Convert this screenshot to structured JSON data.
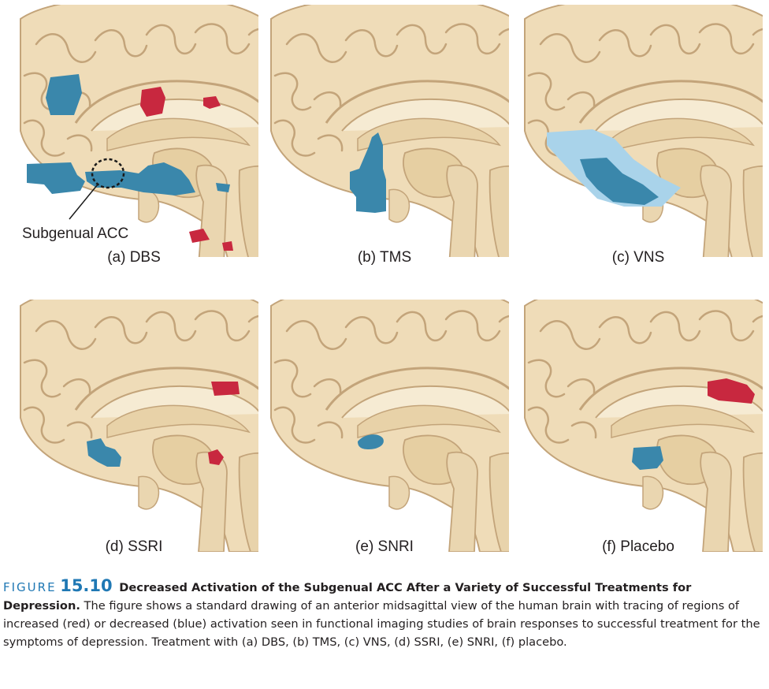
{
  "figure": {
    "panels": [
      {
        "id": "a",
        "label": "(a) DBS",
        "annotation": "Subgenual ACC"
      },
      {
        "id": "b",
        "label": "(b) TMS"
      },
      {
        "id": "c",
        "label": "(c) VNS"
      },
      {
        "id": "d",
        "label": "(d) SSRI"
      },
      {
        "id": "e",
        "label": "(e) SNRI"
      },
      {
        "id": "f",
        "label": "(f) Placebo"
      }
    ],
    "colors": {
      "increased": "#c8283f",
      "decreased": "#3a87ab",
      "decreased_light": "#a9d3ea",
      "brain_fill": "#efdcb8",
      "brain_outline": "#c3a47a"
    }
  },
  "caption": {
    "figure_word": "FIGURE",
    "figure_number": "15.10",
    "title": "Decreased Activation of the Subgenual ACC After a Variety of Successful Treatments for Depression.",
    "body": "The figure shows a standard drawing of an anterior midsagittal view of the human brain with tracing of regions of increased (red) or decreased (blue) activation seen in functional imaging studies of brain responses to successful treatment for the symptoms of depression. Treatment with (a) DBS, (b) TMS, (c) VNS, (d) SSRI, (e) SNRI, (f) placebo."
  }
}
